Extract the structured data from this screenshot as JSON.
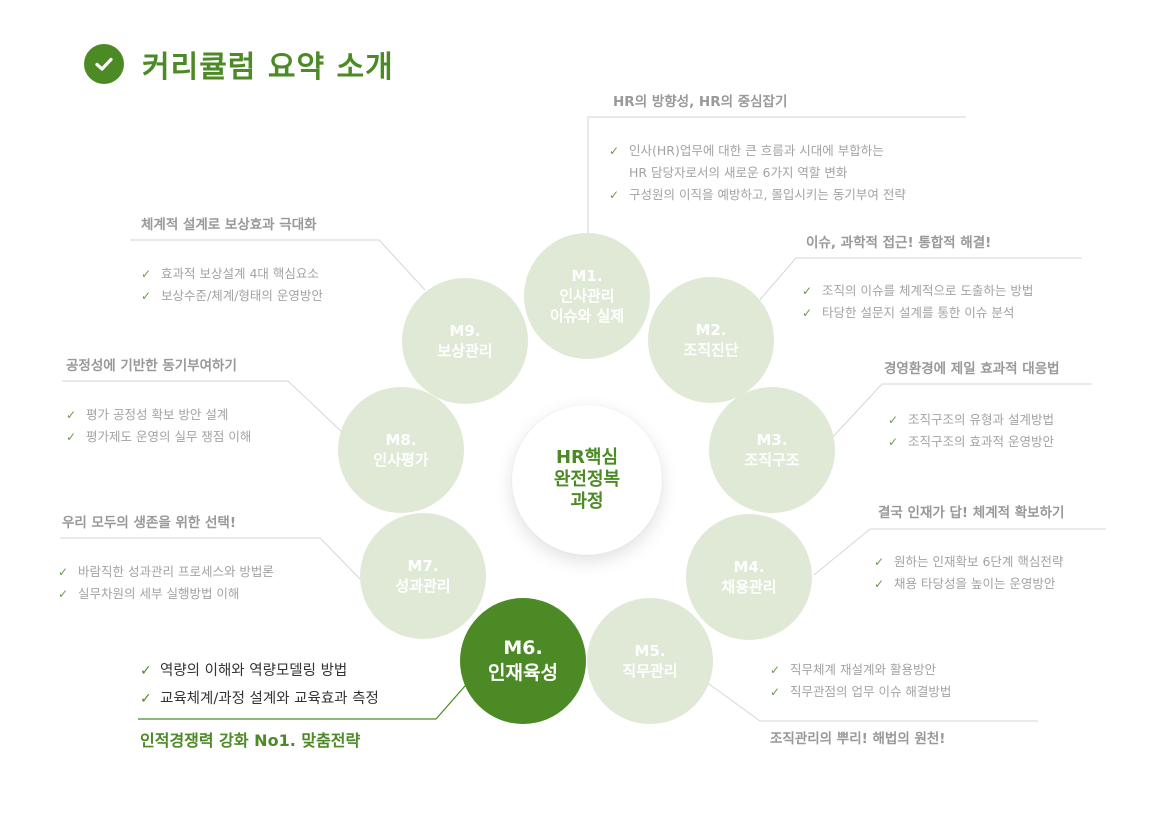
{
  "title": "커리큘럼 요약 소개",
  "center_label": [
    "HR핵심",
    "완전정복",
    "과정"
  ],
  "modules": [
    {
      "id": "m1",
      "code": "M1.",
      "name": [
        "인사관리",
        "이슈와 실제"
      ]
    },
    {
      "id": "m2",
      "code": "M2.",
      "name": [
        "조직진단"
      ]
    },
    {
      "id": "m3",
      "code": "M3.",
      "name": [
        "조직구조"
      ]
    },
    {
      "id": "m4",
      "code": "M4.",
      "name": [
        "채용관리"
      ]
    },
    {
      "id": "m5",
      "code": "M5.",
      "name": [
        "직무관리"
      ]
    },
    {
      "id": "m6",
      "code": "M6.",
      "name": [
        "인재육성"
      ]
    },
    {
      "id": "m7",
      "code": "M7.",
      "name": [
        "성과관리"
      ]
    },
    {
      "id": "m8",
      "code": "M8.",
      "name": [
        "인사평가"
      ]
    },
    {
      "id": "m9",
      "code": "M9.",
      "name": [
        "보상관리"
      ]
    }
  ],
  "descriptions": {
    "m1": {
      "heading": "HR의 방향성, HR의 중심잡기",
      "items": [
        [
          "인사(HR)업무에  대한 큰 흐름과 시대에 부합하는",
          "HR 담당자로서의  새로운 6가지 역할 변화"
        ],
        [
          "구성원의 이직을 예방하고, 몰입시키는 동기부여 전략"
        ]
      ]
    },
    "m2": {
      "heading": "이슈, 과학적 접근! 통합적 해결!",
      "items": [
        [
          "조직의 이슈를 체계적으로 도출하는 방법"
        ],
        [
          "타당한 설문지 설계를 통한 이슈 분석"
        ]
      ]
    },
    "m3": {
      "heading": "경영환경에  제일 효과적 대응법",
      "items": [
        [
          "조직구조의 유형과 설계방법"
        ],
        [
          "조직구조의 효과적 운영방안"
        ]
      ]
    },
    "m4": {
      "heading": "결국 인재가 답! 체계적 확보하기",
      "items": [
        [
          "원하는 인재확보 6단계 핵심전략"
        ],
        [
          "채용 타당성을 높이는 운영방안"
        ]
      ]
    },
    "m5": {
      "heading": "조직관리의  뿌리!  해법의  원천!",
      "items": [
        [
          "직무체계 재설계와 활용방안"
        ],
        [
          "직무관점의 업무 이슈 해결방법"
        ]
      ]
    },
    "m6": {
      "footer": "인적경쟁력 강화 No1. 맞춤전략",
      "items": [
        [
          "역량의 이해와  역량모델링  방법"
        ],
        [
          "교육체계/과정  설계와  교육효과  측정"
        ]
      ]
    },
    "m7": {
      "heading": "우리 모두의 생존을 위한 선택!",
      "items": [
        [
          "바람직한 성과관리 프로세스와 방법론"
        ],
        [
          "실무차원의 세부 실행방법 이해"
        ]
      ]
    },
    "m8": {
      "heading": "공정성에  기반한  동기부여하기",
      "items": [
        [
          "평가 공정성 확보 방안 설계"
        ],
        [
          "평가제도 운영의 실무 쟁점 이해"
        ]
      ]
    },
    "m9": {
      "heading": "체계적 설계로 보상효과 극대화",
      "items": [
        [
          "효과적 보상설계 4대 핵심요소"
        ],
        [
          "보상수준/체계/형태의  운영방안"
        ]
      ]
    }
  },
  "colors": {
    "accent": "#4b8a24",
    "circle": "#dfe9d6",
    "text_muted": "#a3a3a3"
  }
}
